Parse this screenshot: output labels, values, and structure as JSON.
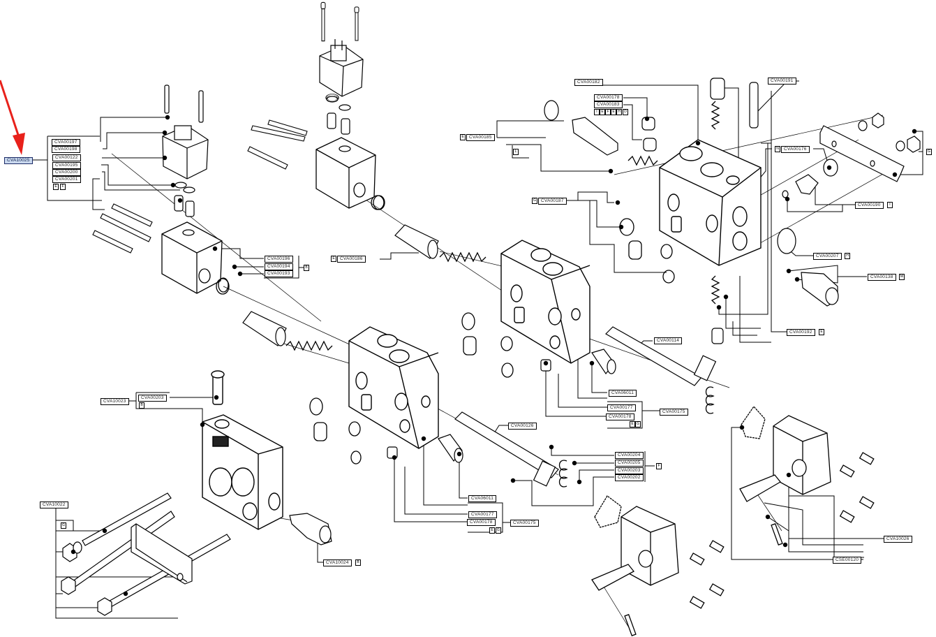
{
  "diagram": {
    "type": "exploded-parts-view",
    "subject": "hydraulic sectional control valve assembly",
    "highlight_color": "#e8211b",
    "selected_label_bg": "#c9d8ee"
  },
  "selected_callout": {
    "label": "CVA10025",
    "indicator": "red-arrow"
  },
  "callouts": {
    "left_group": {
      "main": "CVA10025",
      "items": [
        "CVA00197",
        "CVA00198",
        "CVA00122",
        "CVA00195",
        "CVA00200",
        "CVA00201"
      ],
      "tags": [
        "E",
        "F"
      ]
    },
    "mid_left_group": {
      "items": [
        "CVA00196",
        "CVA00194",
        "CVA00193"
      ],
      "tag": "B"
    },
    "center_left": {
      "label": "CVA00186",
      "tag": "E"
    },
    "top_center": {
      "label": "CVA00182",
      "items": [
        "CVA00178",
        "CVA00183"
      ],
      "tags": [
        "I",
        "E",
        "F",
        "E",
        "H",
        "D"
      ]
    },
    "top_right": {
      "label": "CVA00191"
    },
    "left_top_center": {
      "label": "CVA00185",
      "tag": "E",
      "subtag": "L"
    },
    "mid_upper": {
      "label": "CVA00187",
      "tag": "G"
    },
    "right_bracket": {
      "label": "CVA00176",
      "tag": "N"
    },
    "right_nut": {
      "tag": "G"
    },
    "right_cartridge": {
      "label": "CVA00190",
      "tag": "I"
    },
    "right_plug": {
      "label": "CVA00207",
      "tag": "H"
    },
    "right_relief": {
      "label": "CVA00138",
      "tag": "M"
    },
    "right_lower": {
      "label": "CVA00192",
      "tag": "E"
    },
    "spool_upper": {
      "label": "CVA00114",
      "items": [
        "CVA06011",
        "CVA00177",
        "CVA00178"
      ],
      "group_label": "CVA00175",
      "tags": [
        "E",
        "G"
      ]
    },
    "spool_lower": {
      "label": "CVA00126",
      "items": [
        "CVA06011",
        "CVA00177",
        "CVA00178"
      ],
      "group_label": "CVA00175",
      "tags": [
        "E",
        "G"
      ]
    },
    "spring_group": {
      "items": [
        "CVA00204",
        "CVA00205",
        "CVA00203",
        "CVA00202"
      ],
      "tag": "F"
    },
    "inlet_group": {
      "main": "CVA10023",
      "item": "CVA00203",
      "tag": "B"
    },
    "tie_rods": {
      "label": "CVA10022",
      "tag": "G"
    },
    "inlet_relief": {
      "label": "CVA10024",
      "tag": "B"
    },
    "actuator": {
      "labels": [
        "CVA10026",
        "CSE00120"
      ]
    }
  }
}
